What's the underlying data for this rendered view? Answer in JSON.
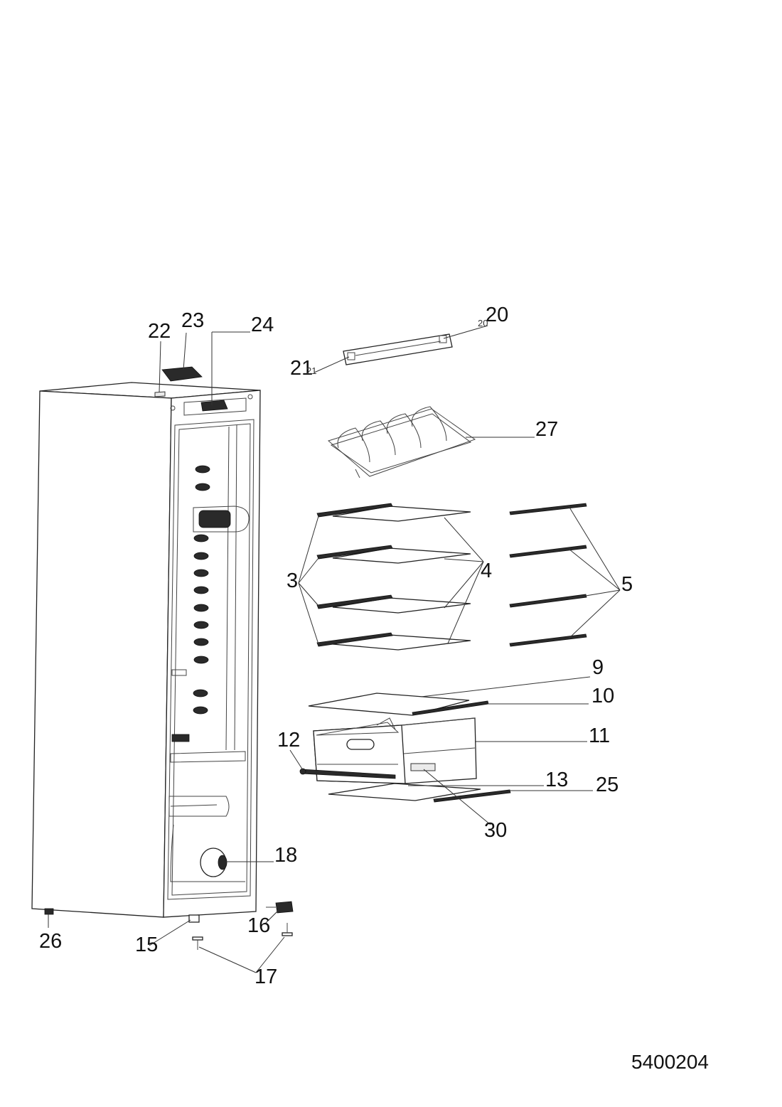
{
  "callouts": [
    {
      "id": "c22",
      "text": "22"
    },
    {
      "id": "c23",
      "text": "23"
    },
    {
      "id": "c24",
      "text": "24"
    },
    {
      "id": "c20",
      "text": "20"
    },
    {
      "id": "c21",
      "text": "21"
    },
    {
      "id": "c27",
      "text": "27"
    },
    {
      "id": "c3",
      "text": "3"
    },
    {
      "id": "c4",
      "text": "4"
    },
    {
      "id": "c5",
      "text": "5"
    },
    {
      "id": "c9",
      "text": "9"
    },
    {
      "id": "c10",
      "text": "10"
    },
    {
      "id": "c11",
      "text": "11"
    },
    {
      "id": "c12",
      "text": "12"
    },
    {
      "id": "c13",
      "text": "13"
    },
    {
      "id": "c25",
      "text": "25"
    },
    {
      "id": "c30",
      "text": "30"
    },
    {
      "id": "c18",
      "text": "18"
    },
    {
      "id": "c26",
      "text": "26"
    },
    {
      "id": "c15",
      "text": "15"
    },
    {
      "id": "c16",
      "text": "16"
    },
    {
      "id": "c17",
      "text": "17"
    }
  ],
  "small_marks": {
    "m20": "20",
    "m21": "21"
  },
  "drawing_code": "5400204"
}
